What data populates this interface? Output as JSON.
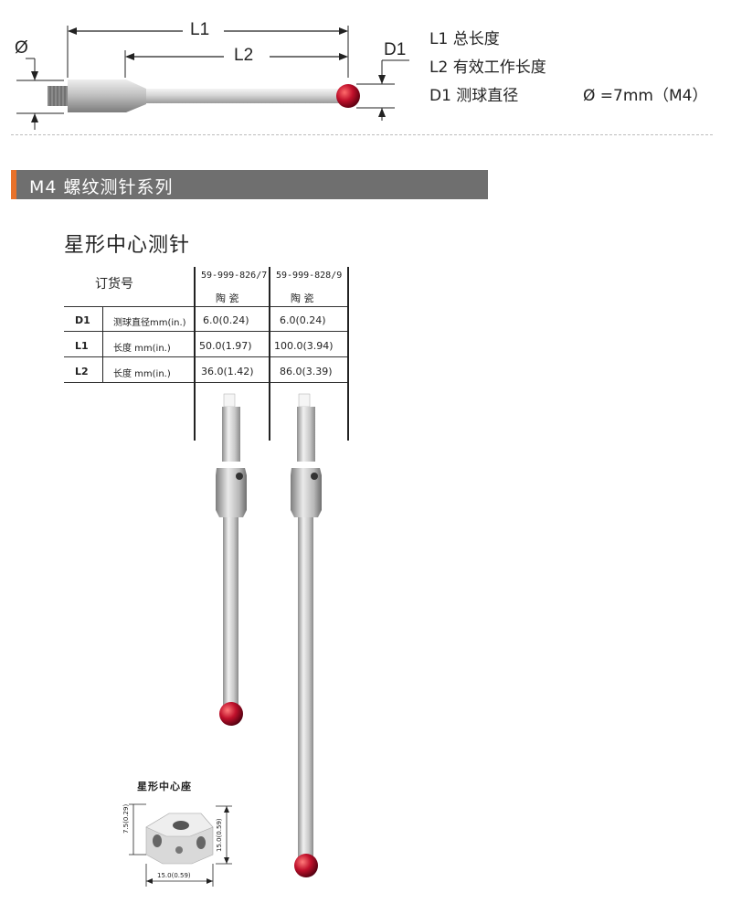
{
  "diagram": {
    "dim_l1": "L1",
    "dim_l2": "L2",
    "dim_d1": "D1",
    "dim_phi": "Ø",
    "thread_color": "#8a8a8a",
    "ball_color": "#c0102b"
  },
  "legend": {
    "line1": "L1  总长度",
    "line2": "L2  有效工作长度",
    "line3": "D1  测球直径",
    "thread_note": "Ø =7mm（M4）"
  },
  "section": {
    "title": "M4 螺纹测针系列",
    "accent_color": "#e8722b",
    "bar_color": "#6f6f6f"
  },
  "product": {
    "title": "星形中心测针"
  },
  "table": {
    "order_no_label": "订货号",
    "columns": [
      {
        "part_no": "59-999-826/7",
        "material": "陶  瓷"
      },
      {
        "part_no": "59-999-828/9",
        "material": "陶  瓷"
      }
    ],
    "rows": [
      {
        "key": "D1",
        "desc": "测球直径mm(in.)",
        "values": [
          "6.0(0.24)",
          "6.0(0.24)"
        ]
      },
      {
        "key": "L1",
        "desc": "长度 mm(in.)",
        "values": [
          "50.0(1.97)",
          "100.0(3.94)"
        ]
      },
      {
        "key": "L2",
        "desc": "长度 mm(in.)",
        "values": [
          "36.0(1.42)",
          "86.0(3.39)"
        ]
      }
    ]
  },
  "star_center": {
    "caption": "星形中心座",
    "dim_height_small": "7.5(0.29)",
    "dim_height": "15.0(0.59)",
    "dim_width": "15.0(0.59)"
  }
}
